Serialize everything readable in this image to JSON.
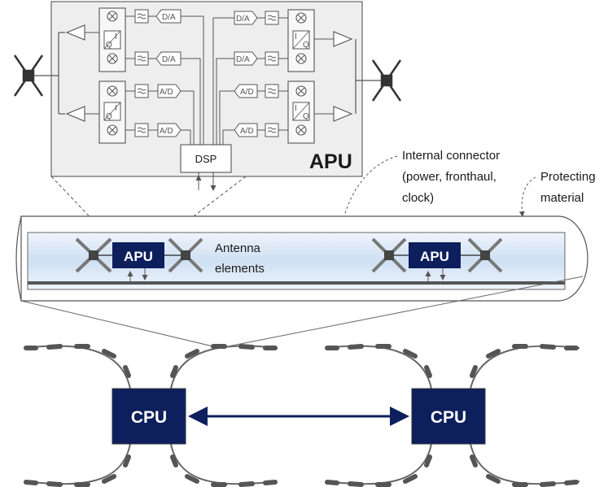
{
  "top_block": {
    "title": "APU",
    "dsp": "DSP",
    "dac": "D/A",
    "adc": "A/D",
    "iq_i": "I",
    "iq_q": "Q"
  },
  "annotations": {
    "internal_connector": [
      "Internal connector",
      "(power, fronthaul,",
      "clock)"
    ],
    "protecting_material": [
      "Protecting",
      "material"
    ],
    "antenna_elements": [
      "Antenna",
      "elements"
    ]
  },
  "strip": {
    "apu_left": "APU",
    "apu_right": "APU"
  },
  "bottom": {
    "cpu_left": "CPU",
    "cpu_right": "CPU"
  },
  "colors": {
    "navy": "#0d1f5c",
    "panel": "#eeeeee",
    "strip_fill": "#d9e6f5",
    "line": "#555555"
  }
}
